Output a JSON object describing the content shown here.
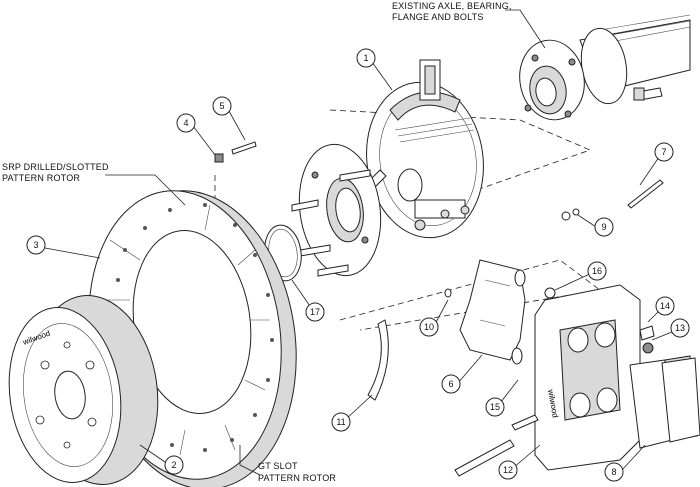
{
  "labels": {
    "existing_axle": [
      "EXISTING AXLE, BEARING,",
      "FLANGE AND BOLTS"
    ],
    "srp_rotor": [
      "SRP DRILLED/SLOTTED",
      "PATTERN ROTOR"
    ],
    "gt_rotor": [
      "GT SLOT",
      "PATTERN ROTOR"
    ]
  },
  "callouts": [
    "1",
    "2",
    "3",
    "4",
    "5",
    "6",
    "7",
    "8",
    "9",
    "10",
    "11",
    "12",
    "13",
    "14",
    "15",
    "16",
    "17"
  ],
  "brand_text": "wilwood"
}
